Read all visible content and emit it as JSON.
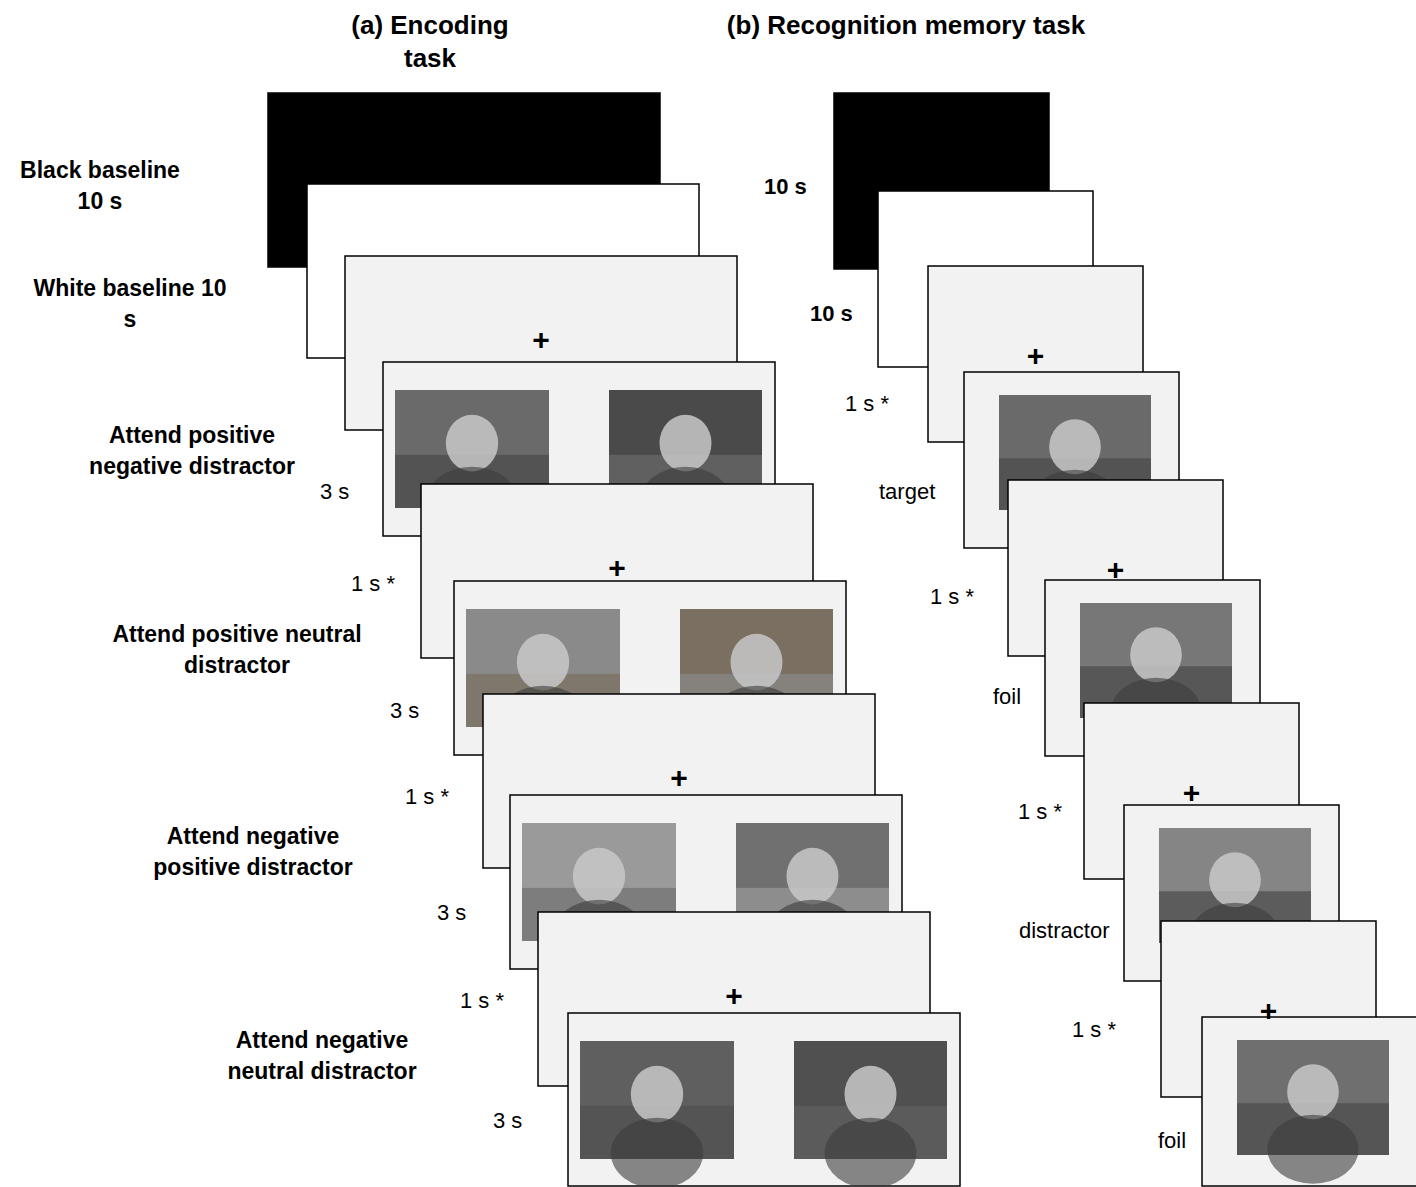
{
  "diagram": {
    "nodes": [
      {
        "text": [
          "+"
        ]
      },
      {
        "text": [
          "+"
        ]
      },
      {
        "text": [
          "+"
        ]
      },
      {
        "text": [
          "+"
        ]
      },
      {
        "text": [
          "+"
        ]
      },
      {
        "text": [
          "+"
        ]
      },
      {
        "text": [
          "+"
        ]
      },
      {
        "text": [
          "+"
        ]
      }
    ],
    "labels": [
      "(a) Encoding task",
      "(b) Recognition memory task",
      "Black baseline 10 s",
      "White baseline 10 s",
      "Attend positive negative distractor",
      "3 s",
      "1 s *",
      "Attend positive neutral distractor",
      "3 s",
      "1 s *",
      "Attend negative positive distractor",
      "3 s",
      "1 s *",
      "Attend negative neutral distractor",
      "3 s",
      "10 s",
      "10 s",
      "1 s *",
      "target",
      "1 s *",
      "foil",
      "1 s *",
      "distractor",
      "1 s *",
      "foil"
    ]
  }
}
